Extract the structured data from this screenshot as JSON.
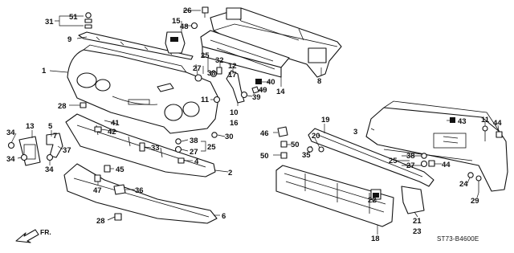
{
  "callouts": {
    "c1": "1",
    "c2": "2",
    "c3": "3",
    "c4": "4",
    "c5": "5",
    "c6": "6",
    "c7": "7",
    "c8": "8",
    "c9": "9",
    "c10": "10",
    "c11a": "11",
    "c11b": "11",
    "c12": "12",
    "c13": "13",
    "c14": "14",
    "c15": "15",
    "c16": "16",
    "c17": "17",
    "c18": "18",
    "c19": "19",
    "c20": "20",
    "c21": "21",
    "c22": "22",
    "c23": "23",
    "c24": "24",
    "c25a": "25",
    "c25b": "25",
    "c25c": "25",
    "c26": "26",
    "c27a": "27",
    "c27b": "27",
    "c27c": "27",
    "c28a": "28",
    "c28b": "28",
    "c29": "29",
    "c30": "30",
    "c31": "31",
    "c32": "32",
    "c33": "33",
    "c34a": "34",
    "c34b": "34",
    "c34c": "34",
    "c35": "35",
    "c36": "36",
    "c37": "37",
    "c38a": "38",
    "c38b": "38",
    "c38c": "38",
    "c39": "39",
    "c40": "40",
    "c41": "41",
    "c42": "42",
    "c43": "43",
    "c44a": "44",
    "c44b": "44",
    "c45": "45",
    "c46": "46",
    "c47": "47",
    "c48": "48",
    "c49": "49",
    "c50a": "50",
    "c50b": "50",
    "c51": "51"
  },
  "direction_label": "FR.",
  "diagram_code": "ST73-B4600E",
  "colors": {
    "line": "#111111",
    "background": "#ffffff"
  }
}
